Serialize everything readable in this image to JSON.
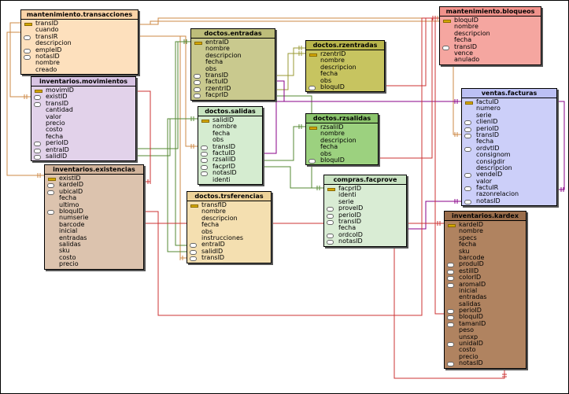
{
  "tables": [
    {
      "key": "t_trans",
      "name": "mantenimiento.transacciones",
      "bg": "#fde0bd",
      "title_bg": "#fcd4a8",
      "columns": [
        {
          "n": "transID",
          "k": "pk"
        },
        {
          "n": "cuando",
          "k": ""
        },
        {
          "n": "transIR",
          "k": "fk"
        },
        {
          "n": "descripcion",
          "k": ""
        },
        {
          "n": "empleID",
          "k": "fk"
        },
        {
          "n": "notasID",
          "k": "fk"
        },
        {
          "n": "nombre",
          "k": ""
        },
        {
          "n": "creado",
          "k": ""
        }
      ]
    },
    {
      "key": "t_mov",
      "name": "inventarios.movimientos",
      "bg": "#e2d2ea",
      "title_bg": "#d7c3e3",
      "columns": [
        {
          "n": "movimID",
          "k": "pk"
        },
        {
          "n": "existID",
          "k": "fk"
        },
        {
          "n": "transID",
          "k": "fk"
        },
        {
          "n": "cantidad",
          "k": ""
        },
        {
          "n": "valor",
          "k": ""
        },
        {
          "n": "precio",
          "k": ""
        },
        {
          "n": "costo",
          "k": ""
        },
        {
          "n": "fecha",
          "k": ""
        },
        {
          "n": "perioID",
          "k": "fk"
        },
        {
          "n": "entraID",
          "k": "fk"
        },
        {
          "n": "salidID",
          "k": "fk"
        }
      ]
    },
    {
      "key": "t_exist",
      "name": "inventarios.existencias",
      "bg": "#dcc3ae",
      "title_bg": "#d2b49b",
      "columns": [
        {
          "n": "existID",
          "k": "pk"
        },
        {
          "n": "kardeID",
          "k": "fk"
        },
        {
          "n": "ubicaID",
          "k": "fk"
        },
        {
          "n": "fecha",
          "k": ""
        },
        {
          "n": "ultimo",
          "k": ""
        },
        {
          "n": "bloquID",
          "k": "fk"
        },
        {
          "n": "numserie",
          "k": ""
        },
        {
          "n": "barcode",
          "k": ""
        },
        {
          "n": "inicial",
          "k": ""
        },
        {
          "n": "entradas",
          "k": ""
        },
        {
          "n": "salidas",
          "k": ""
        },
        {
          "n": "sku",
          "k": ""
        },
        {
          "n": "costo",
          "k": ""
        },
        {
          "n": "precio",
          "k": ""
        }
      ]
    },
    {
      "key": "t_entradas",
      "name": "doctos.entradas",
      "bg": "#c9c98e",
      "title_bg": "#bdbd7a",
      "columns": [
        {
          "n": "entraID",
          "k": "pk"
        },
        {
          "n": "nombre",
          "k": ""
        },
        {
          "n": "descripcion",
          "k": ""
        },
        {
          "n": "fecha",
          "k": ""
        },
        {
          "n": "obs",
          "k": ""
        },
        {
          "n": "transID",
          "k": "fk"
        },
        {
          "n": "factuID",
          "k": "fk"
        },
        {
          "n": "rzentrID",
          "k": "fk"
        },
        {
          "n": "facprID",
          "k": "fk"
        }
      ]
    },
    {
      "key": "t_salidas",
      "name": "doctos.salidas",
      "bg": "#d5ecd0",
      "title_bg": "#c6e3bf",
      "columns": [
        {
          "n": "salidID",
          "k": "pk"
        },
        {
          "n": "nombre",
          "k": ""
        },
        {
          "n": "fecha",
          "k": ""
        },
        {
          "n": "obs",
          "k": ""
        },
        {
          "n": "transID",
          "k": "fk"
        },
        {
          "n": "factuID",
          "k": "fk"
        },
        {
          "n": "rzsaliID",
          "k": "fk"
        },
        {
          "n": "facprID",
          "k": "fk"
        },
        {
          "n": "notasID",
          "k": "fk"
        },
        {
          "n": "identi",
          "k": ""
        }
      ]
    },
    {
      "key": "t_trsf",
      "name": "doctos.trsferencias",
      "bg": "#f4dfb0",
      "title_bg": "#eed399",
      "columns": [
        {
          "n": "transfID",
          "k": "pk"
        },
        {
          "n": "nombre",
          "k": ""
        },
        {
          "n": "descripcion",
          "k": ""
        },
        {
          "n": "fecha",
          "k": ""
        },
        {
          "n": "obs",
          "k": ""
        },
        {
          "n": "instrucciones",
          "k": ""
        },
        {
          "n": "entraID",
          "k": "fk"
        },
        {
          "n": "salidID",
          "k": "fk"
        },
        {
          "n": "transID",
          "k": "fk"
        }
      ]
    },
    {
      "key": "t_rzentr",
      "name": "doctos.rzentradas",
      "bg": "#c7c460",
      "title_bg": "#b9b64c",
      "columns": [
        {
          "n": "rzentrID",
          "k": "pk"
        },
        {
          "n": "nombre",
          "k": ""
        },
        {
          "n": "descripcion",
          "k": ""
        },
        {
          "n": "fecha",
          "k": ""
        },
        {
          "n": "obs",
          "k": ""
        },
        {
          "n": "bloquID",
          "k": "fk"
        }
      ]
    },
    {
      "key": "t_rzsal",
      "name": "doctos.rzsalidas",
      "bg": "#9cd17f",
      "title_bg": "#8cc56d",
      "columns": [
        {
          "n": "rzsaliID",
          "k": "pk"
        },
        {
          "n": "nombre",
          "k": ""
        },
        {
          "n": "descripcion",
          "k": ""
        },
        {
          "n": "fecha",
          "k": ""
        },
        {
          "n": "obs",
          "k": ""
        },
        {
          "n": "bloquID",
          "k": "fk"
        }
      ]
    },
    {
      "key": "t_facprove",
      "name": "compras.facprove",
      "bg": "#d9ecd4",
      "title_bg": "#cae3c3",
      "columns": [
        {
          "n": "facprID",
          "k": "pk"
        },
        {
          "n": "identi",
          "k": ""
        },
        {
          "n": "serie",
          "k": ""
        },
        {
          "n": "proveID",
          "k": "fk"
        },
        {
          "n": "perioID",
          "k": "fk"
        },
        {
          "n": "transID",
          "k": "fk"
        },
        {
          "n": "fecha",
          "k": ""
        },
        {
          "n": "ordcoID",
          "k": "fk"
        },
        {
          "n": "notasID",
          "k": "fk"
        }
      ]
    },
    {
      "key": "t_bloq",
      "name": "mantenimiento.bloqueos",
      "bg": "#f5a6a0",
      "title_bg": "#f0928b",
      "columns": [
        {
          "n": "bloquID",
          "k": "pk"
        },
        {
          "n": "nombre",
          "k": ""
        },
        {
          "n": "descripcion",
          "k": ""
        },
        {
          "n": "fecha",
          "k": ""
        },
        {
          "n": "transID",
          "k": "fk"
        },
        {
          "n": "vence",
          "k": ""
        },
        {
          "n": "anulado",
          "k": ""
        }
      ]
    },
    {
      "key": "t_factu",
      "name": "ventas.facturas",
      "bg": "#cccff9",
      "title_bg": "#bcc0f4",
      "columns": [
        {
          "n": "factuID",
          "k": "pk"
        },
        {
          "n": "numero",
          "k": ""
        },
        {
          "n": "serie",
          "k": ""
        },
        {
          "n": "clienID",
          "k": "fk"
        },
        {
          "n": "perioID",
          "k": "fk"
        },
        {
          "n": "transID",
          "k": "fk"
        },
        {
          "n": "fecha",
          "k": ""
        },
        {
          "n": "ordvtID",
          "k": "fk"
        },
        {
          "n": "consignom",
          "k": ""
        },
        {
          "n": "consigdir",
          "k": ""
        },
        {
          "n": "descripcion",
          "k": ""
        },
        {
          "n": "vendeID",
          "k": "fk"
        },
        {
          "n": "valor",
          "k": ""
        },
        {
          "n": "factuIR",
          "k": "fk"
        },
        {
          "n": "razonrelacion",
          "k": ""
        },
        {
          "n": "notasID",
          "k": "fk"
        }
      ]
    },
    {
      "key": "t_kardex",
      "name": "inventarios.kardex",
      "bg": "#b08360",
      "title_bg": "#9a6d4b",
      "columns": [
        {
          "n": "kardeID",
          "k": "pk"
        },
        {
          "n": "nombre",
          "k": ""
        },
        {
          "n": "specs",
          "k": ""
        },
        {
          "n": "fecha",
          "k": ""
        },
        {
          "n": "sku",
          "k": ""
        },
        {
          "n": "barcode",
          "k": ""
        },
        {
          "n": "produID",
          "k": "fk"
        },
        {
          "n": "estilID",
          "k": "fk"
        },
        {
          "n": "colorID",
          "k": "fk"
        },
        {
          "n": "aromaID",
          "k": "fk"
        },
        {
          "n": "inicial",
          "k": ""
        },
        {
          "n": "entradas",
          "k": ""
        },
        {
          "n": "salidas",
          "k": ""
        },
        {
          "n": "perioID",
          "k": "fk"
        },
        {
          "n": "bloquID",
          "k": "fk"
        },
        {
          "n": "tamanID",
          "k": "fk"
        },
        {
          "n": "peso",
          "k": ""
        },
        {
          "n": "unsxp",
          "k": ""
        },
        {
          "n": "unidaID",
          "k": "fk"
        },
        {
          "n": "costo",
          "k": ""
        },
        {
          "n": "precio",
          "k": ""
        },
        {
          "n": "notasID",
          "k": "fk"
        }
      ]
    }
  ],
  "colors": {
    "line_red": "#cc3333",
    "line_purple": "#880088",
    "line_green": "#558833",
    "line_olive": "#999933",
    "line_orange": "#cc8844"
  }
}
